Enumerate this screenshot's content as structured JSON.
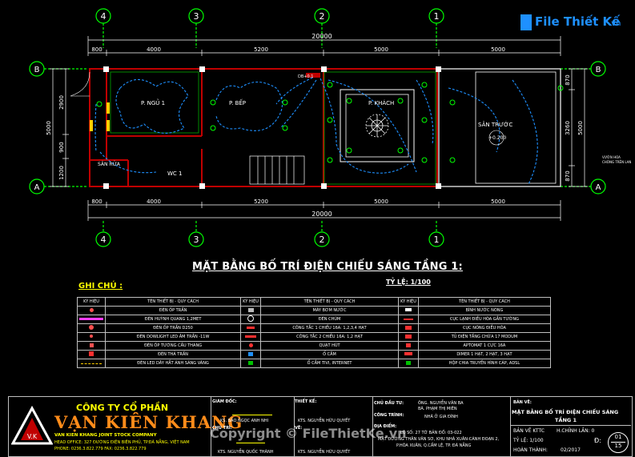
{
  "watermark": {
    "logo_text": "File Thiết Kế",
    "logo_domain": ".vn",
    "bottom_text": "Copyright © FileThietKe.vn"
  },
  "plan": {
    "grid_labels": {
      "top": [
        "4",
        "3",
        "2",
        "1"
      ],
      "bottom": [
        "4",
        "3",
        "2",
        "1"
      ],
      "left": [
        "B",
        "A"
      ],
      "right": [
        "B",
        "A"
      ]
    },
    "dims_top_total": "20000",
    "dims_top": [
      "800",
      "4000",
      "5200",
      "5000",
      "5000"
    ],
    "dims_bottom": [
      "800",
      "4000",
      "5200",
      "5000",
      "5000"
    ],
    "dims_bottom_total": "20000",
    "dims_left_total": "5000",
    "dims_left": [
      "2900",
      "900",
      "1200"
    ],
    "dims_right_total": "5000",
    "dims_right": [
      "870",
      "3260",
      "870"
    ],
    "rooms": {
      "ngu": "P. NGỦ 1",
      "bep": "P. BẾP",
      "khach": "P. KHÁCH",
      "san_truoc": "SÂN TRƯỚC",
      "san_rua": "SÂN RỬA",
      "wc": "WC 1"
    },
    "level_mark": "+0.200",
    "db_label": "DB+0.1",
    "right_note_1": "VƯỜN HOA",
    "right_note_2": "CHÓNG TRÊN LAN"
  },
  "drawing_title": "MẶT BẰNG BỐ TRÍ ĐIỆN CHIẾU SÁNG TẦNG 1:",
  "scale": "TỶ LỆ: 1/100",
  "ghi_chu": "GHI CHÚ :",
  "legend": {
    "headers": [
      "KÝ HIỆU",
      "TÊN THIẾT BỊ - QUY CÁCH",
      "KÝ HIỆU",
      "TÊN THIẾT BỊ - QUY CÁCH",
      "KÝ HIỆU",
      "TÊN THIẾT BỊ - QUY CÁCH"
    ],
    "rows": [
      [
        "ĐÈN ỐP TRẦN",
        "MÁY BƠM NƯỚC",
        "BÌNH NƯỚC NÓNG"
      ],
      [
        "ĐÈN HUỲNH QUANG 1,2MET",
        "ĐÈN CHÙM",
        "CỤC LẠNH ĐIỀU HÒA GẮN TƯỜNG"
      ],
      [
        "ĐÈN ỐP TRẦN D250",
        "CÔNG TẮC 1 CHIỀU 16A: 1,2,3,4 HẠT",
        "CỤC NÓNG ĐIỀU HÒA"
      ],
      [
        "ĐÈN DOWLIGHT LED ÂM TRẦN -11W",
        "CÔNG TẮC 2 CHIỀU 16A: 1,2 HẠT",
        "TỦ ĐIỆN TẦNG CHỨA 17 MODUM"
      ],
      [
        "ĐÈN ỐP TƯỜNG CẦU THANG",
        "QUẠT HÚT",
        "APTOMAT 1 CỰC 16A"
      ],
      [
        "ĐÈN THẢ TRẦN",
        "Ổ CẮM",
        "DIMER 1 HẠT, 2 HẠT, 3 HẠT"
      ],
      [
        "ĐÈN LED DÂY HẮT ÁNH SÁNG VÀNG",
        "Ổ CẮM TIVI, INTERNET",
        "HỘP CHIA TRUYỀN HÌNH CÁP, ADSL"
      ]
    ]
  },
  "titleblock": {
    "company_top": "CÔNG TY CỔ PHẦN",
    "company_name": "VẠN KIÊN KHANG",
    "company_en": "VAN KIEN KHANG JOINT STOCK COMPANY",
    "head_office": "HEAD OFFICE: 327 ĐƯỜNG ĐIỆN BIÊN PHỦ, TP.ĐÀ NẴNG, VIỆT NAM",
    "phone": "PHONE: 0236.3.822.779   FAX: 0236.3.822.779",
    "logo_mark": "V.K",
    "giam_doc_label": "GIÁM ĐỐC:",
    "giam_doc_name": "KS. BẢO NGỌC ANH NHI",
    "chu_tri_label": "CHỦ TRÌ:",
    "chu_tri_name": "KTS. NGUYỄN QUỐC THÀNH",
    "thiet_ke_label": "THIẾT KẾ:",
    "thiet_ke_name": "KTS. NGUYỄN HỮU QUYẾT",
    "ve_label": "VẼ:",
    "ve_name": "KTS. NGUYỄN HỮU QUYẾT",
    "chu_dau_tu_label": "CHỦ ĐẦU TƯ:",
    "chu_dau_tu": "ÔNG. NGUYỄN VĂN BA",
    "chu_dau_tu_2": "BÀ. PHẠM THỊ MIÊN",
    "cong_trinh_label": "CÔNG TRÌNH:",
    "cong_trinh": "NHÀ Ở GIA ĐÌNH",
    "dia_diem_label": "ĐỊA ĐIỂM:",
    "dia_diem": "LÔ SỐ: 27   TỜ BẢN ĐỒ: 03-022",
    "dia_chi": "MẶT ĐƯỜNG THÂN VĂN SƠ, KHU NHÀ XUÂN-CÁNH ĐOẠN 2,",
    "dia_chi_2": "P.HÒA XUÂN, Q.CẨM LỆ, TP. ĐÀ NẴNG",
    "ban_ve_label": "BẢN VẼ:",
    "ban_ve_title": "MẶT BẰNG BỐ TRÍ ĐIỆN CHIẾU SÁNG",
    "ban_ve_title_2": "TẦNG 1",
    "ban_ve_kttc": "BẢN VẼ KTTC",
    "chinh_lan": "H.CHỈNH LẦN: 0",
    "ty_le": "TỶ LỆ: 1/100",
    "hoan_thanh_label": "HOÀN THÀNH:",
    "hoan_thanh": "02/2017",
    "sheet_label": "Đ:",
    "sheet_num": "01",
    "sheet_total": "15"
  }
}
